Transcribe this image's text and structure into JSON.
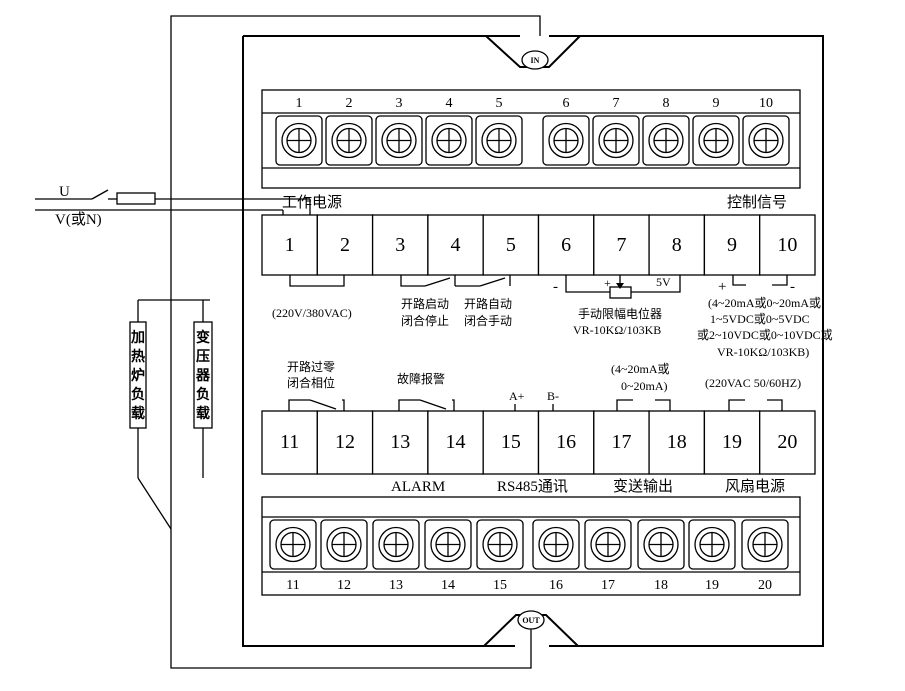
{
  "connectors": {
    "in_label": "IN",
    "out_label": "OUT"
  },
  "supply": {
    "u_label": "U",
    "v_label": "V(或N)"
  },
  "loads": {
    "heater": "加热炉负载",
    "transformer": "变压器负载"
  },
  "top_block": {
    "terminal_numbers": [
      "1",
      "2",
      "3",
      "4",
      "5",
      "6",
      "7",
      "8",
      "9",
      "10"
    ],
    "section_left": "工作电源",
    "section_right": "控制信号",
    "cells": [
      "1",
      "2",
      "3",
      "4",
      "5",
      "6",
      "7",
      "8",
      "9",
      "10"
    ],
    "notes": {
      "power": "(220V/380VAC)",
      "open_start_1": "开路启动",
      "open_start_2": "闭合停止",
      "auto_manual_1": "开路自动",
      "auto_manual_2": "闭合手动",
      "minus_6": "-",
      "plus_7": "+",
      "v5": "5V",
      "pot_1": "手动限幅电位器",
      "pot_2": "VR-10KΩ/103KB",
      "sig_plus": "+",
      "sig_minus": "-",
      "sig_1": "(4~20mA或0~20mA或",
      "sig_2": "1~5VDC或0~5VDC",
      "sig_3": "或2~10VDC或0~10VDC或",
      "sig_4": "VR-10KΩ/103KB)"
    }
  },
  "bottom_block": {
    "notes": {
      "zero_1": "开路过零",
      "zero_2": "闭合相位",
      "fault": "故障报警",
      "a_plus": "A+",
      "b_minus": "B-",
      "tx_1": "(4~20mA或",
      "tx_2": "0~20mA)",
      "fan_power": "(220VAC 50/60HZ)"
    },
    "cells": [
      "11",
      "12",
      "13",
      "14",
      "15",
      "16",
      "17",
      "18",
      "19",
      "20"
    ],
    "sections": {
      "alarm": "ALARM",
      "rs485": "RS485通讯",
      "transmit": "变送输出",
      "fan": "风扇电源"
    },
    "terminal_numbers": [
      "11",
      "12",
      "13",
      "14",
      "15",
      "16",
      "17",
      "18",
      "19",
      "20"
    ]
  }
}
